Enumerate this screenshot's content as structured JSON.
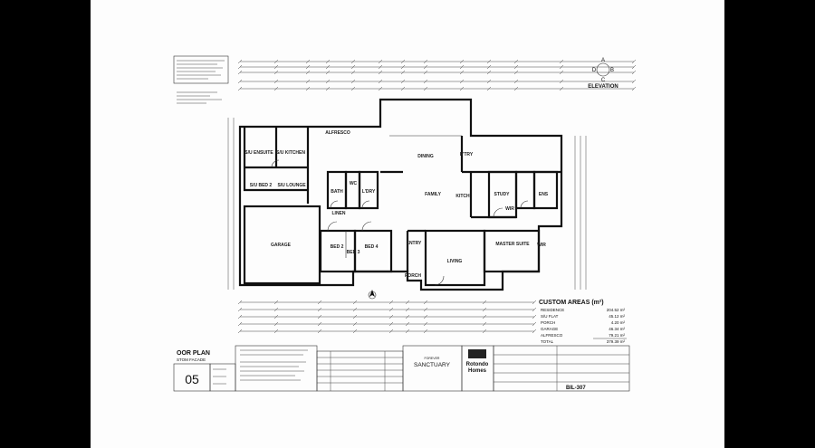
{
  "elevation": {
    "letters": [
      "A",
      "B",
      "C",
      "D"
    ],
    "label": "ELEVATION"
  },
  "rooms": {
    "alfresco": "ALFRESCO",
    "dining": "DINING",
    "family": "FAMILY",
    "kitchen": "KITCH",
    "pantry": "P'TRY",
    "study": "STUDY",
    "ens": "ENS",
    "wir": "WIR",
    "wir2": "WIR",
    "master_suite": "MASTER SUITE",
    "living": "LIVING",
    "entry": "ENTRY",
    "porch": "PORCH",
    "bed2": "BED 2",
    "bed3": "BED 3",
    "bed4": "BED 4",
    "garage": "GARAGE",
    "lounge": "S/U LOUNGE",
    "su_bed2": "S/U BED 2",
    "su_ensuite": "S/U ENSUITE",
    "su_kitchen": "S/U KITCHEN",
    "bath": "BATH",
    "wc": "WC",
    "ldry": "L'DRY",
    "linen": "LINEN"
  },
  "custom_areas": {
    "title": "CUSTOM AREAS (m²)",
    "rows": [
      {
        "label": "RESIDENCE",
        "value": "204.52 m²"
      },
      {
        "label": "S/U FLAT",
        "value": "45.12 m²"
      },
      {
        "label": "PORCH",
        "value": "4.20 m²"
      },
      {
        "label": "GARAGE",
        "value": "46.34 m²"
      },
      {
        "label": "ALFRESCO",
        "value": "79.21 m²"
      },
      {
        "label": "TOTAL",
        "value": "379.39 m²"
      }
    ]
  },
  "title_block": {
    "sheet_title": "OOR PLAN",
    "sheet_subtitle": "STOM FACADE",
    "sheet_number": "05",
    "estate_small": "FOREVER",
    "estate": "SANCTUARY",
    "builder_line1": "Rotondo",
    "builder_line2": "Homes",
    "drawing_no": "BIL-307"
  }
}
